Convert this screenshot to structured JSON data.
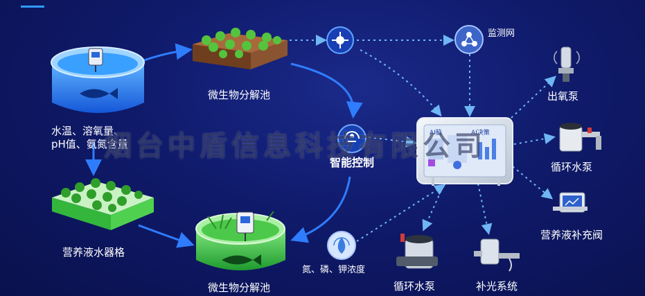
{
  "labels": {
    "pond_top_caption": "水温、溶氧量、\npH值、氨氮含量",
    "pond_top_line1": "水温、溶氧量、",
    "pond_top_line2": "pH值、氨氮含量",
    "decomp_top": "微生物分解池",
    "decomp_bottom": "微生物分解池",
    "grow_bed": "营养液水器格",
    "smart_control": "智能控制",
    "monitor_net": "监测网",
    "aerator": "出氧泵",
    "circ_pump_right": "循环水泵",
    "nutrient_valve": "营养液补充阀",
    "npk": "氮、磷、钾浓度",
    "circ_pump_bottom": "循环水泵",
    "light_system": "补光系统",
    "screen_ai": "AI脑",
    "screen_data": "AI决策",
    "watermark": "烟台中盾信息科技有限公司"
  },
  "colors": {
    "arrow_solid": "#2f7dff",
    "arrow_dotted": "#5aa8f0",
    "water": "#2a8cf0",
    "green": "#3fcf4a",
    "soil": "#7a4a2a"
  }
}
